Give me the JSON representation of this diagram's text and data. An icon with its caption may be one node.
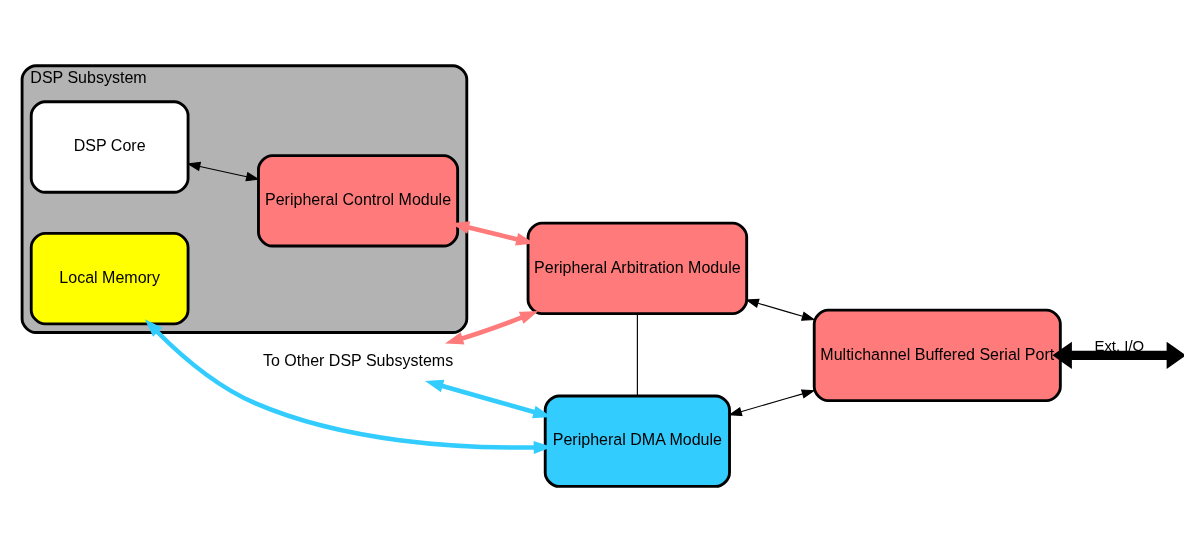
{
  "diagram": {
    "nodes": [
      {
        "text": [
          "DSP Subsystem"
        ]
      },
      {
        "text": [
          "DSP Core"
        ],
        "in": 0
      },
      {
        "text": [
          "Peripheral Control Module"
        ],
        "in": 0
      },
      {
        "text": [
          "Local Memory"
        ],
        "in": 0
      },
      {
        "text": [
          "Peripheral Arbitration Module"
        ]
      },
      {
        "text": [
          "Peripheral DMA Module"
        ]
      },
      {
        "text": [
          "Multichannel Buffered Serial Port"
        ]
      },
      {
        "text": [
          "To Other DSP Subsystems"
        ]
      }
    ],
    "edges": [
      {
        "from": 1,
        "to": 2,
        "arrow": "both"
      },
      {
        "from": 2,
        "to": 4,
        "arrow": "both",
        "color": "#ff7b7b"
      },
      {
        "from": 7,
        "to": 4,
        "arrow": "both",
        "color": "#ff7b7b"
      },
      {
        "from": 3,
        "to": 5,
        "arrow": "both",
        "color": "#33ccff"
      },
      {
        "from": 7,
        "to": 5,
        "arrow": "both",
        "color": "#33ccff"
      },
      {
        "from": 4,
        "to": 5,
        "arrow": "none"
      },
      {
        "from": 4,
        "to": 6,
        "arrow": "both"
      },
      {
        "from": 5,
        "to": 6,
        "arrow": "both"
      },
      {
        "from": 6,
        "to": null,
        "arrow": "both",
        "style": "thick",
        "label": "Ext. I/O"
      }
    ]
  }
}
